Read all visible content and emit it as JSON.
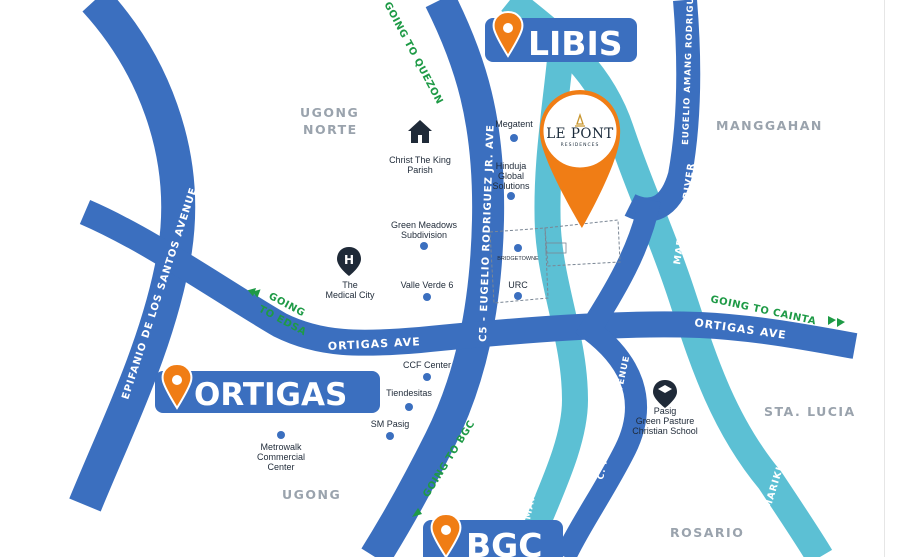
{
  "colors": {
    "road_blue": "#3b6fbf",
    "river_teal": "#5cc0d4",
    "pin_orange": "#f07d15",
    "going_green": "#1e9a46",
    "district_gray": "#9aa3ad",
    "poi_dot": "#3b6fbf"
  },
  "districts": {
    "ugong_norte_1": "UGONG",
    "ugong_norte_2": "NORTE",
    "manggahan": "MANGGAHAN",
    "sta_lucia": "STA. LUCIA",
    "ugong": "UGONG",
    "rosario": "ROSARIO"
  },
  "roads": {
    "edsa": "EPIFANIO DE LOS SANTOS AVENUE",
    "c5": "C5 - EUGELIO RODRIGUEZ JR. AVE",
    "ortigas_left": "ORTIGAS AVE",
    "ortigas_right": "ORTIGAS AVE",
    "amang_rodriguez": "EUGELIO AMANG RODRIGUEZ",
    "raymundo": "C. RAYMUNDO AVENUE"
  },
  "rivers": {
    "marikina_upper": "MARIKINA RIVER",
    "marikina_lower_left": "MARIKINA RIVER",
    "marikina_lower_right": "MARIKINA RIVER"
  },
  "directions": {
    "to_quezon": "GOING TO QUEZON",
    "to_edsa_1": "GOING",
    "to_edsa_2": "TO EDSA",
    "to_cainta": "GOING TO CAINTA",
    "to_bgc": "GOING TO BGC"
  },
  "hubs": {
    "libis": "LIBIS",
    "ortigas": "ORTIGAS",
    "bgc": "BGC"
  },
  "brand": {
    "name": "LE PONT",
    "tagline": "RESIDENCES"
  },
  "pois": {
    "megatent": "Megatent",
    "christ_king_1": "Christ The King",
    "christ_king_2": "Parish",
    "hinduja_1": "Hinduja",
    "hinduja_2": "Global",
    "hinduja_3": "Solutions",
    "green_meadows_1": "Green Meadows",
    "green_meadows_2": "Subdivision",
    "bridgetowne": "BRIDGETOWNE",
    "medical_city_1": "The",
    "medical_city_2": "Medical City",
    "valle_verde": "Valle Verde 6",
    "urc": "URC",
    "ccf": "CCF Center",
    "tiendesitas": "Tiendesitas",
    "sm_pasig": "SM Pasig",
    "metrowalk_1": "Metrowalk",
    "metrowalk_2": "Commercial",
    "metrowalk_3": "Center",
    "pasig_green_1": "Pasig",
    "pasig_green_2": "Green Pasture",
    "pasig_green_3": "Christian School",
    "hospital_letter": "H"
  }
}
